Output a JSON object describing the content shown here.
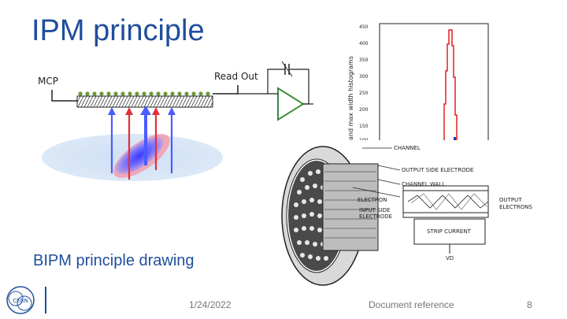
{
  "slide": {
    "title": "IPM principle",
    "caption": "BIPM principle drawing",
    "footer": {
      "date": "1/24/2022",
      "reference": "Document reference",
      "page": "8"
    },
    "logo_text": "CERN"
  },
  "diagram": {
    "mcp_label": "MCP",
    "readout_label": "Read Out"
  },
  "histogram": {
    "ylabel": "and max width histograms",
    "yticks": [
      "450",
      "400",
      "350",
      "300",
      "250",
      "200",
      "150",
      "100"
    ]
  },
  "mcp_figure": {
    "labels": {
      "channel": "CHANNEL",
      "output_side_electrode": "OUTPUT SIDE ELECTRODE",
      "channel_wall": "CHANNEL WALL",
      "electron": "ELECTRON",
      "input_side": "INPUT SIDE",
      "electrode": "ELECTRODE",
      "output": "OUTPUT",
      "electrons": "ELECTRONS",
      "strip_current": "STRIP CURRENT",
      "vd": "VD"
    }
  },
  "colors": {
    "title": "#1f4e9c",
    "beam_blue": "#4a5bff",
    "beam_red": "#e0303a",
    "hist_red": "#e02020"
  }
}
